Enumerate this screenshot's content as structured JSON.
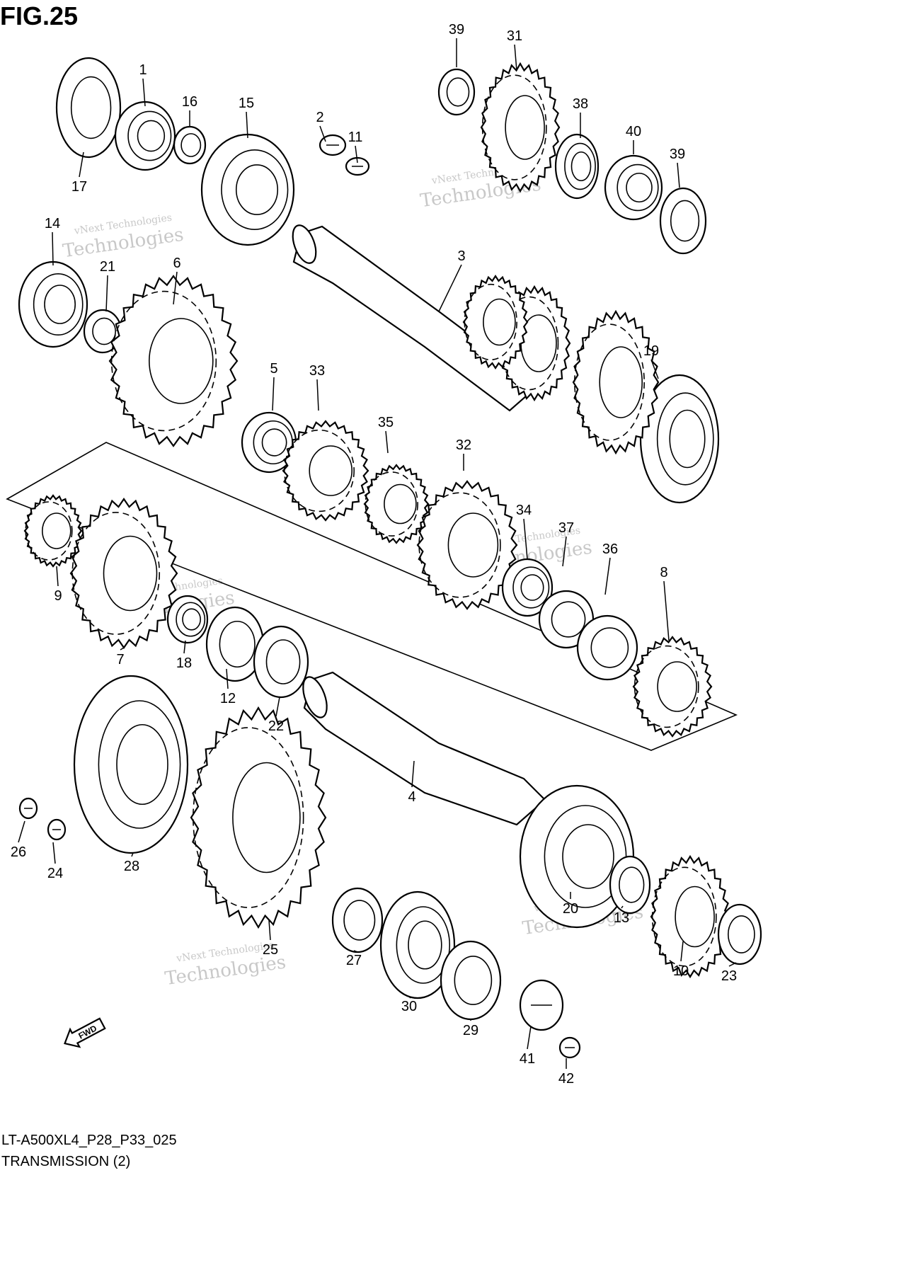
{
  "figure": {
    "title": "FIG.25",
    "code": "LT-A500XL4_P28_P33_025",
    "name": "TRANSMISSION (2)"
  },
  "fwd_label": "FWD",
  "watermark": {
    "line1": "vNext Technologies",
    "line2": "Technologies",
    "color": "#c8c8c8"
  },
  "parts": [
    {
      "no": "1"
    },
    {
      "no": "2"
    },
    {
      "no": "3"
    },
    {
      "no": "4"
    },
    {
      "no": "5"
    },
    {
      "no": "6"
    },
    {
      "no": "7"
    },
    {
      "no": "8"
    },
    {
      "no": "9"
    },
    {
      "no": "10"
    },
    {
      "no": "11"
    },
    {
      "no": "12"
    },
    {
      "no": "13"
    },
    {
      "no": "14"
    },
    {
      "no": "15"
    },
    {
      "no": "16"
    },
    {
      "no": "17"
    },
    {
      "no": "18"
    },
    {
      "no": "19"
    },
    {
      "no": "20"
    },
    {
      "no": "21"
    },
    {
      "no": "22"
    },
    {
      "no": "23"
    },
    {
      "no": "24"
    },
    {
      "no": "25"
    },
    {
      "no": "26"
    },
    {
      "no": "27"
    },
    {
      "no": "28"
    },
    {
      "no": "29"
    },
    {
      "no": "30"
    },
    {
      "no": "31"
    },
    {
      "no": "32"
    },
    {
      "no": "33"
    },
    {
      "no": "34"
    },
    {
      "no": "35"
    },
    {
      "no": "36"
    },
    {
      "no": "37"
    },
    {
      "no": "38"
    },
    {
      "no": "39"
    },
    {
      "no": "39"
    },
    {
      "no": "40"
    },
    {
      "no": "41"
    },
    {
      "no": "42"
    }
  ]
}
